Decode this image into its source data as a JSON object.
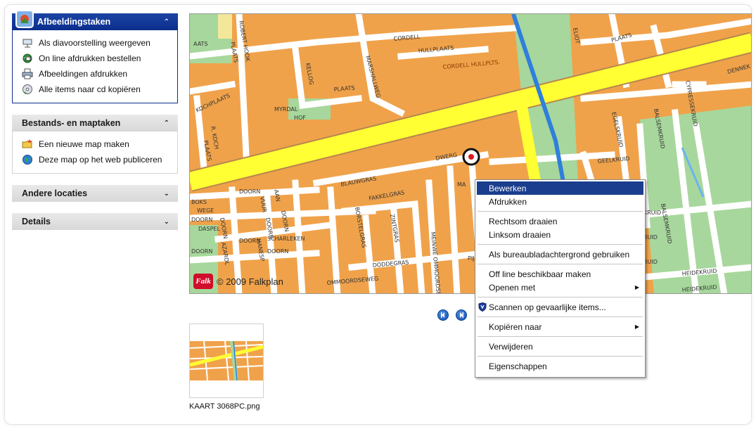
{
  "panels": {
    "picture_tasks": {
      "title": "Afbeeldingstaken",
      "items": [
        {
          "label": "Als diavoorstelling weergeven",
          "icon": "slideshow-icon"
        },
        {
          "label": "On line afdrukken bestellen",
          "icon": "online-print-icon"
        },
        {
          "label": "Afbeeldingen afdrukken",
          "icon": "printer-icon"
        },
        {
          "label": "Alle items naar cd kopiëren",
          "icon": "cd-icon"
        }
      ]
    },
    "file_tasks": {
      "title": "Bestands- en maptaken",
      "items": [
        {
          "label": "Een nieuwe map maken",
          "icon": "new-folder-icon"
        },
        {
          "label": "Deze map op het web publiceren",
          "icon": "globe-icon"
        }
      ]
    },
    "other_places": {
      "title": "Andere locaties"
    },
    "details": {
      "title": "Details"
    }
  },
  "map": {
    "copyright": "© 2009 Falkplan",
    "brand": "Falk",
    "streets": [
      "AATS",
      "ROBERT HOOK",
      "PLAATS",
      "CORDELL",
      "HULLPLAATS",
      "CORDELL HULLPLTS.",
      "MARSHALLWEG",
      "KELLOG",
      "PLAATS",
      "MYRDAL",
      "HOF",
      "KOCHPLAATS",
      "R. KOCH",
      "PLAATS",
      "ELIOT",
      "PLAATS",
      "DENNEK",
      "CYPRESSEKRUID",
      "EGELSKRUID",
      "BALSEMKRUID",
      "GEELKRUID",
      "BALSEMKRUID",
      "DWERG",
      "BLAUWGRAS",
      "MA",
      "DOORN",
      "DOORN",
      "AAN",
      "DOORN",
      "VUUR",
      "DOORN",
      "BOKS",
      "WEGE",
      "DOORN",
      "DASPEL",
      "DOORN",
      "DOORN",
      "SCHARLEKEN",
      "DOORN",
      "HANESP",
      "AZAROL",
      "FAKKELGRAS",
      "BORSTELGRAS",
      "ZINTGRAS",
      "DODDEGRAS",
      "MEINWE OMMOORDSEWEG",
      "PIJPEN",
      "OMMOORDSEWEG",
      "HEIDEKRUID",
      "KRUID",
      "RUID",
      "RUID",
      "HEIDEKRUID"
    ],
    "colors": {
      "blocks": "#f0a24a",
      "roads": "#ffffff",
      "highway": "#ffff33",
      "green": "#a7d79c",
      "water": "#2f7fdc",
      "outline": "#b8864f"
    }
  },
  "navigation": {
    "previous_icon": "previous-image-icon",
    "next_icon": "next-image-icon"
  },
  "thumbnail": {
    "filename": "KAART 3068PC.png"
  },
  "context_menu": {
    "items": [
      {
        "label": "Bewerken",
        "selected": true
      },
      {
        "label": "Afdrukken"
      },
      {
        "label": "Rechtsom draaien"
      },
      {
        "label": "Linksom draaien"
      },
      {
        "label": "Als bureaubladachtergrond gebruiken"
      },
      {
        "label": "Off line beschikbaar maken"
      },
      {
        "label": "Openen met",
        "submenu": true
      },
      {
        "label": "Scannen op gevaarlijke items...",
        "icon": "shield-icon"
      },
      {
        "label": "Kopiëren naar",
        "submenu": true
      },
      {
        "label": "Verwijderen"
      },
      {
        "label": "Eigenschappen"
      }
    ]
  }
}
